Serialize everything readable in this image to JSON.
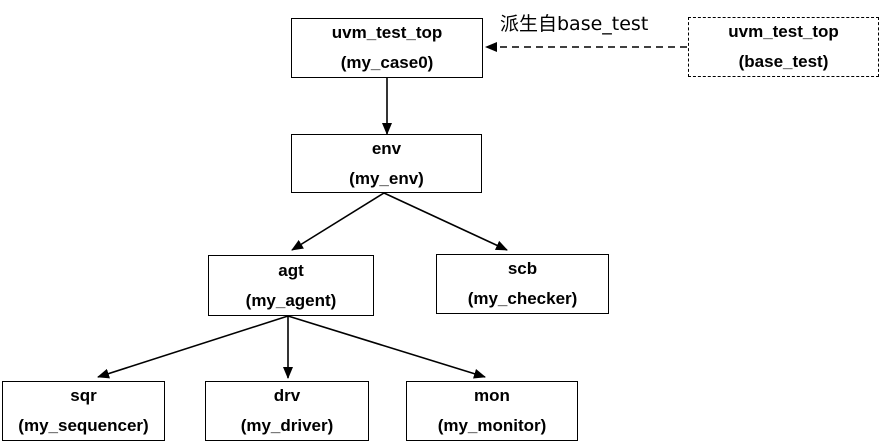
{
  "nodes": {
    "top": {
      "name": "uvm_test_top",
      "type": "(my_case0)"
    },
    "base": {
      "name": "uvm_test_top",
      "type": "(base_test)"
    },
    "env": {
      "name": "env",
      "type": "(my_env)"
    },
    "agt": {
      "name": "agt",
      "type": "(my_agent)"
    },
    "scb": {
      "name": "scb",
      "type": "(my_checker)"
    },
    "sqr": {
      "name": "sqr",
      "type": "(my_sequencer)"
    },
    "drv": {
      "name": "drv",
      "type": "(my_driver)"
    },
    "mon": {
      "name": "mon",
      "type": "(my_monitor)"
    }
  },
  "edges": {
    "derived_label": "派生自base_test"
  }
}
